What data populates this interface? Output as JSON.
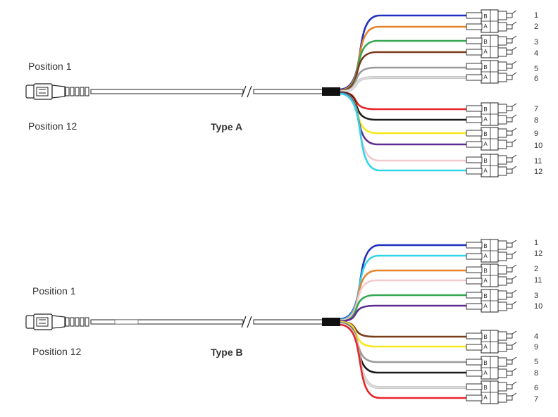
{
  "diagram_a": {
    "position_top": "Position 1",
    "position_bottom": "Position 12",
    "type_label": "Type A",
    "connector_letters": [
      "B",
      "A"
    ],
    "fibers": [
      {
        "num": "1",
        "color": "#1f2fbf"
      },
      {
        "num": "2",
        "color": "#e8822a"
      },
      {
        "num": "3",
        "color": "#34a853"
      },
      {
        "num": "4",
        "color": "#7a3b1a"
      },
      {
        "num": "5",
        "color": "#9a9a9a"
      },
      {
        "num": "6",
        "color": "#dddddd"
      },
      {
        "num": "7",
        "color": "#e8252a"
      },
      {
        "num": "8",
        "color": "#1a1a1a"
      },
      {
        "num": "9",
        "color": "#f7e81f"
      },
      {
        "num": "10",
        "color": "#5e2d91"
      },
      {
        "num": "11",
        "color": "#f4c9cf"
      },
      {
        "num": "12",
        "color": "#31d6e6"
      }
    ]
  },
  "diagram_b": {
    "position_top": "Position 1",
    "position_bottom": "Position 12",
    "type_label": "Type B",
    "connector_letters": [
      "B",
      "A"
    ],
    "fibers": [
      {
        "num": "1",
        "color": "#1f2fbf"
      },
      {
        "num": "12",
        "color": "#31d6e6"
      },
      {
        "num": "2",
        "color": "#e8822a"
      },
      {
        "num": "11",
        "color": "#f4c9cf"
      },
      {
        "num": "3",
        "color": "#34a853"
      },
      {
        "num": "10",
        "color": "#5e2d91"
      },
      {
        "num": "4",
        "color": "#7a3b1a"
      },
      {
        "num": "9",
        "color": "#f7e81f"
      },
      {
        "num": "5",
        "color": "#9a9a9a"
      },
      {
        "num": "8",
        "color": "#1a1a1a"
      },
      {
        "num": "6",
        "color": "#dddddd"
      },
      {
        "num": "7",
        "color": "#e8252a"
      }
    ]
  }
}
